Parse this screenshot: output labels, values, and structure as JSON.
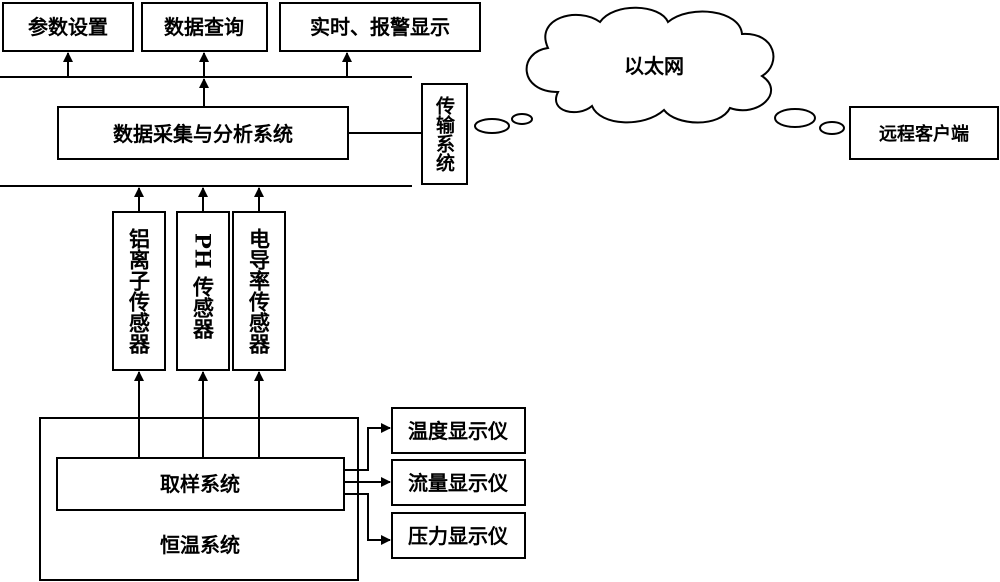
{
  "outputs": {
    "param_settings": "参数设置",
    "data_query": "数据查询",
    "realtime_alarm": "实时、报警显示"
  },
  "acquisition_system": "数据采集与分析系统",
  "transmission_system": "传输系统",
  "network": "以太网",
  "remote_client": "远程客户端",
  "sensors": {
    "aluminum_ion": "铝离子传感器",
    "ph": "PH 传感器",
    "conductivity": "电导率传感器"
  },
  "sampling_system": "取样系统",
  "thermostat_system": "恒温系统",
  "displays": {
    "temperature": "温度显示仪",
    "flow": "流量显示仪",
    "pressure": "压力显示仪"
  }
}
